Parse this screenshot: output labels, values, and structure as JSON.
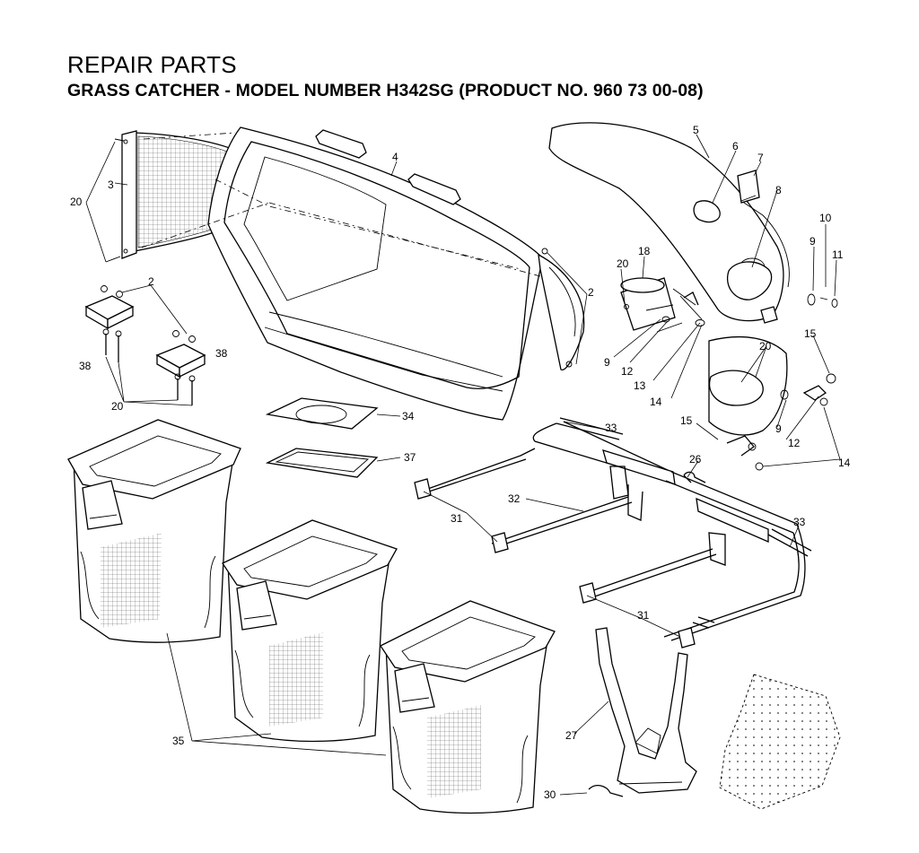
{
  "page": {
    "title": "REPAIR PARTS",
    "subtitle": "GRASS CATCHER - MODEL NUMBER H342SG (PRODUCT NO. 960 73 00-08)"
  },
  "callouts": [
    {
      "id": "c20a",
      "label": "20"
    },
    {
      "id": "c3",
      "label": "3"
    },
    {
      "id": "c4",
      "label": "4"
    },
    {
      "id": "c2a",
      "label": "2"
    },
    {
      "id": "c2b",
      "label": "2"
    },
    {
      "id": "c38a",
      "label": "38"
    },
    {
      "id": "c38b",
      "label": "38"
    },
    {
      "id": "c20b",
      "label": "20"
    },
    {
      "id": "c34",
      "label": "34"
    },
    {
      "id": "c37",
      "label": "37"
    },
    {
      "id": "c5",
      "label": "5"
    },
    {
      "id": "c6",
      "label": "6"
    },
    {
      "id": "c7",
      "label": "7"
    },
    {
      "id": "c8",
      "label": "8"
    },
    {
      "id": "c10",
      "label": "10"
    },
    {
      "id": "c9a",
      "label": "9"
    },
    {
      "id": "c11",
      "label": "11"
    },
    {
      "id": "c18",
      "label": "18"
    },
    {
      "id": "c20c",
      "label": "20"
    },
    {
      "id": "c9b",
      "label": "9"
    },
    {
      "id": "c12a",
      "label": "12"
    },
    {
      "id": "c13",
      "label": "13"
    },
    {
      "id": "c14a",
      "label": "14"
    },
    {
      "id": "c20d",
      "label": "20"
    },
    {
      "id": "c15a",
      "label": "15"
    },
    {
      "id": "c9c",
      "label": "9"
    },
    {
      "id": "c15b",
      "label": "15"
    },
    {
      "id": "c12b",
      "label": "12"
    },
    {
      "id": "c14b",
      "label": "14"
    },
    {
      "id": "c33a",
      "label": "33"
    },
    {
      "id": "c26",
      "label": "26"
    },
    {
      "id": "c32",
      "label": "32"
    },
    {
      "id": "c31a",
      "label": "31"
    },
    {
      "id": "c33b",
      "label": "33"
    },
    {
      "id": "c31b",
      "label": "31"
    },
    {
      "id": "c35",
      "label": "35"
    },
    {
      "id": "c27",
      "label": "27"
    },
    {
      "id": "c30",
      "label": "30"
    }
  ]
}
